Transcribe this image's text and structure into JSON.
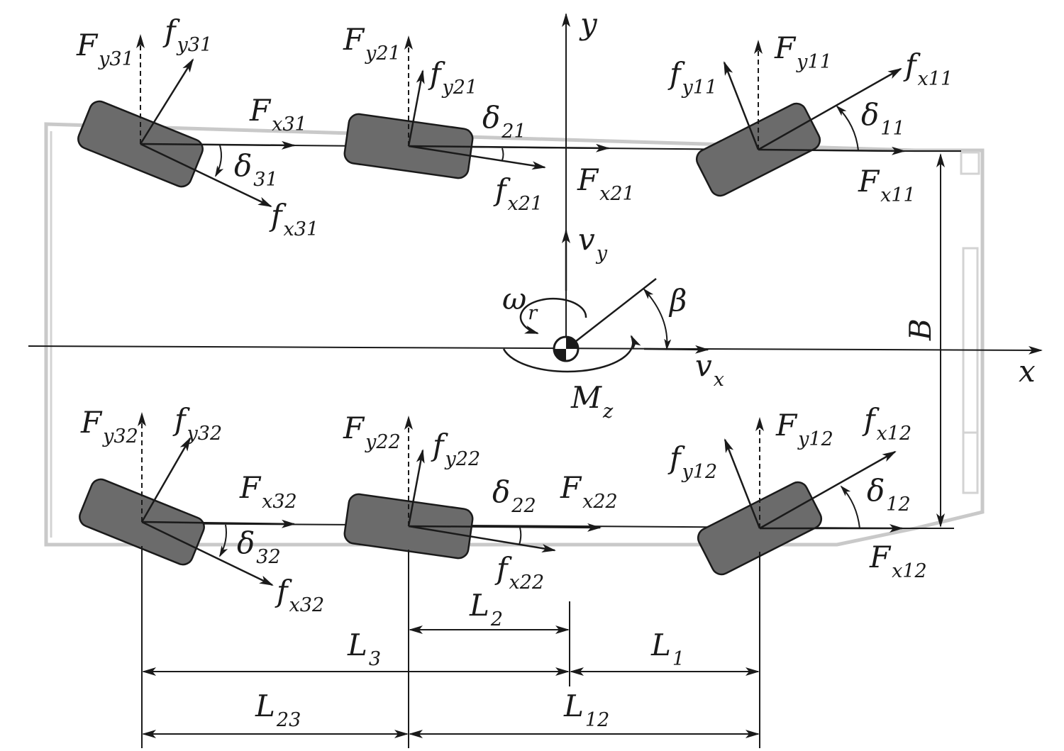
{
  "labels": {
    "y_axis": {
      "main": "y",
      "sub": ""
    },
    "x_axis": {
      "main": "x",
      "sub": ""
    },
    "vy": {
      "main": "v",
      "sub": "y"
    },
    "vx": {
      "main": "v",
      "sub": "x"
    },
    "omega": {
      "main": "ω",
      "sub": "r"
    },
    "beta": {
      "main": "β",
      "sub": ""
    },
    "Mz": {
      "main": "M",
      "sub": "z"
    },
    "B": {
      "main": "B",
      "sub": ""
    },
    "Fy31": {
      "main": "F",
      "sub": "y31"
    },
    "fy31": {
      "main": "f",
      "sub": "y31"
    },
    "Fx31": {
      "main": "F",
      "sub": "x31"
    },
    "d31": {
      "main": "δ",
      "sub": "31"
    },
    "fx31": {
      "main": "f",
      "sub": "x31"
    },
    "Fy21": {
      "main": "F",
      "sub": "y21"
    },
    "fy21": {
      "main": "f",
      "sub": "y21"
    },
    "d21": {
      "main": "δ",
      "sub": "21"
    },
    "fx21": {
      "main": "f",
      "sub": "x21"
    },
    "Fx21": {
      "main": "F",
      "sub": "x21"
    },
    "fy11": {
      "main": "f",
      "sub": "y11"
    },
    "Fy11": {
      "main": "F",
      "sub": "y11"
    },
    "fx11": {
      "main": "f",
      "sub": "x11"
    },
    "d11": {
      "main": "δ",
      "sub": "11"
    },
    "Fx11": {
      "main": "F",
      "sub": "x11"
    },
    "Fy32": {
      "main": "F",
      "sub": "y32"
    },
    "fy32": {
      "main": "f",
      "sub": "y32"
    },
    "Fx32": {
      "main": "F",
      "sub": "x32"
    },
    "d32": {
      "main": "δ",
      "sub": "32"
    },
    "fx32": {
      "main": "f",
      "sub": "x32"
    },
    "Fy22": {
      "main": "F",
      "sub": "y22"
    },
    "fy22": {
      "main": "f",
      "sub": "y22"
    },
    "d22": {
      "main": "δ",
      "sub": "22"
    },
    "Fx22": {
      "main": "F",
      "sub": "x22"
    },
    "fx22": {
      "main": "f",
      "sub": "x22"
    },
    "fy12": {
      "main": "f",
      "sub": "y12"
    },
    "Fy12": {
      "main": "F",
      "sub": "y12"
    },
    "fx12": {
      "main": "f",
      "sub": "x12"
    },
    "d12": {
      "main": "δ",
      "sub": "12"
    },
    "Fx12": {
      "main": "F",
      "sub": "x12"
    },
    "L2": {
      "main": "L",
      "sub": "2"
    },
    "L3": {
      "main": "L",
      "sub": "3"
    },
    "L1": {
      "main": "L",
      "sub": "1"
    },
    "L23": {
      "main": "L",
      "sub": "23"
    },
    "L12": {
      "main": "L",
      "sub": "12"
    }
  },
  "colors": {
    "tire_fill": "#6b6b6b",
    "line": "#1a1a1a",
    "vehicle_outline": "#c9c9c9"
  }
}
